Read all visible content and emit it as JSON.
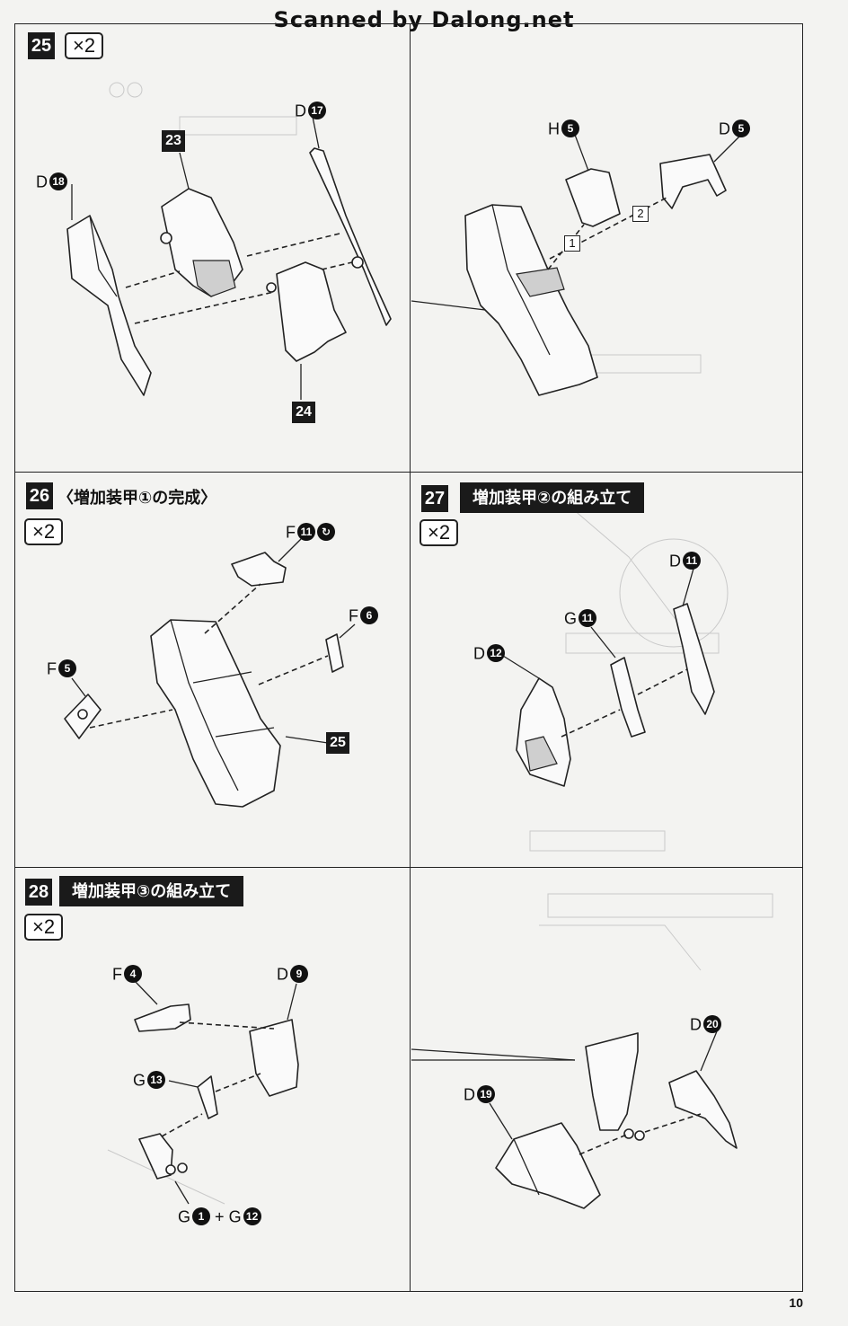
{
  "header": {
    "scan_credit": "Scanned by Dalong.net"
  },
  "page_number": "10",
  "steps": [
    {
      "id": "s25",
      "number": "25",
      "multiplier": "×2",
      "title": "",
      "parts": [
        "D",
        "D",
        "23",
        "24",
        "H",
        "D",
        "1",
        "2"
      ],
      "part_nums": [
        "18",
        "17",
        "5",
        "5"
      ]
    },
    {
      "id": "s26",
      "number": "26",
      "multiplier": "×2",
      "title": "〈増加装甲①の完成〉",
      "labels": [
        {
          "letter": "F",
          "num": "11"
        },
        {
          "letter": "F",
          "num": "6"
        },
        {
          "letter": "F",
          "num": "5"
        }
      ],
      "subassembly": "25"
    },
    {
      "id": "s27",
      "number": "27",
      "multiplier": "×2",
      "title": "増加装甲②の組み立て",
      "labels": [
        {
          "letter": "D",
          "num": "11"
        },
        {
          "letter": "G",
          "num": "11"
        },
        {
          "letter": "D",
          "num": "12"
        }
      ]
    },
    {
      "id": "s28",
      "number": "28",
      "multiplier": "×2",
      "title": "増加装甲③の組み立て",
      "labels": [
        {
          "letter": "F",
          "num": "4"
        },
        {
          "letter": "D",
          "num": "9"
        },
        {
          "letter": "G",
          "num": "13"
        },
        {
          "letter": "G",
          "num": "1"
        },
        {
          "letter": "G",
          "num": "12"
        },
        {
          "letter": "D",
          "num": "20"
        },
        {
          "letter": "D",
          "num": "19"
        }
      ],
      "plus": "+"
    }
  ]
}
